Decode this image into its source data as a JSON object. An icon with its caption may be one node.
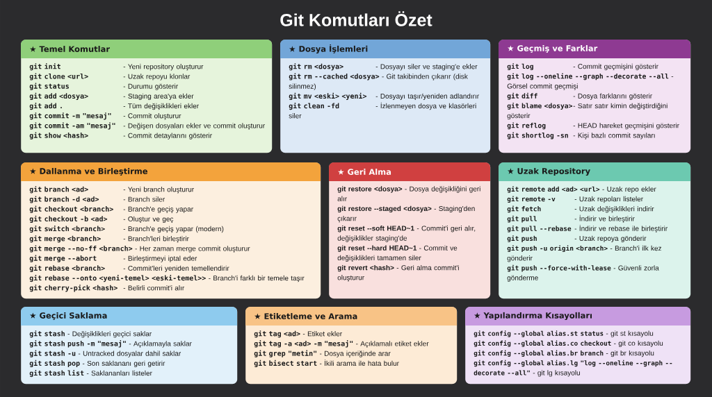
{
  "diagram": {
    "title": "Git Komutları Özet",
    "nodes": [
      {
        "text": [
          "★ Temel Komutlar",
          "git init",
          "- Yeni repository oluşturur",
          "git clone <url>",
          "- Uzak repoyu klonlar",
          "git status",
          "- Durumu gösterir",
          "git add <dosya>",
          "- Staging area'ya ekler",
          "git add .",
          "- Tüm değişiklikleri ekler",
          "git commit -m \"mesaj\"",
          "- Commit oluşturur",
          "git commit -am \"mesaj\"",
          "- Değişen dosyaları ekler ve commit oluşturur",
          "git show <hash>",
          "- Commit detaylarını gösterir"
        ]
      },
      {
        "text": [
          "★ Dosya İşlemleri",
          "git rm <dosya>",
          "- Dosyayı siler ve staging'e ekler",
          "git rm --cached <dosya>",
          "- Git takibinden çıkarır (disk silinmez)",
          "git mv <eski> <yeni>",
          "- Dosyayı taşır/yeniden adlandırır",
          "git clean -fd",
          "- İzlenmeyen dosya ve klasörleri siler"
        ]
      },
      {
        "text": [
          "★ Geçmiş ve Farklar",
          "git log",
          "- Commit geçmişini gösterir",
          "git log --oneline --graph --decorate --all",
          "- Görsel commit geçmişi",
          "git diff",
          "- Dosya farklarını gösterir",
          "git blame <dosya>",
          "- Satır satır kimin değiştirdiğini gösterir",
          "git reflog",
          "- HEAD hareket geçmişini gösterir",
          "git shortlog -sn",
          "- Kişi bazlı commit sayıları"
        ]
      },
      {
        "text": [
          "★ Dallanma ve Birleştirme",
          "git branch <ad>",
          "- Yeni branch oluşturur",
          "git branch -d <ad>",
          "- Branch siler",
          "git checkout <branch>",
          "- Branch'e geçiş yapar",
          "git checkout -b <ad>",
          "- Oluştur ve geç",
          "git switch <branch>",
          "- Branch'e geçiş yapar (modern)",
          "git merge <branch>",
          "- Branch'leri birleştirir",
          "git merge --no-ff <branch>",
          "- Her zaman merge commit oluşturur",
          "git merge --abort",
          "- Birleştirmeyi iptal eder",
          "git rebase <branch>",
          "- Commit'leri yeniden temellendirir",
          "git rebase --onto <yeni-temel> <eski-temel>>",
          "- Branch'i farklı bir temele taşır",
          "git cherry-pick <hash>",
          "- Belirli commit'i alır"
        ]
      },
      {
        "text": [
          "★ Geri Alma",
          "git restore <dosya>",
          "- Dosya değişikliğini geri alır",
          "git restore --staged <dosya>",
          "- Staging'den çıkarır",
          "git reset --soft HEAD~1",
          "- Commit'i geri alır, değişiklikler staging'de",
          "git reset --hard HEAD~1",
          "- Commit ve değişiklikleri tamamen siler",
          "git revert <hash>",
          "- Geri alma commit'i oluşturur"
        ]
      },
      {
        "text": [
          "★ Uzak Repository",
          "git remote add <ad> <url>",
          "- Uzak repo ekler",
          "git remote -v",
          "- Uzak repoları listeler",
          "git fetch",
          "- Uzak değişiklikleri indirir",
          "git pull",
          "- İndirir ve birleştirir",
          "git pull --rebase",
          "- İndirir ve rebase ile birleştirir",
          "git push",
          "- Uzak repoya gönderir",
          "git push -u origin <branch>",
          "- Branch'i ilk kez gönderir",
          "git push --force-with-lease",
          "- Güvenli zorla gönderme"
        ]
      },
      {
        "text": [
          "★ Geçici Saklama",
          "git stash",
          "- Değişiklikleri geçici saklar",
          "git stash push -m \"mesaj\"",
          "- Açıklamayla saklar",
          "git stash -u",
          "- Untracked dosyalar dahil saklar",
          "git stash pop",
          "- Son saklananı geri getirir",
          "git stash list",
          "- Saklananları listeler"
        ]
      },
      {
        "text": [
          "★ Etiketleme ve Arama",
          "git tag <ad>",
          "- Etiket ekler",
          "git tag -a <ad> -m \"mesaj\"",
          "- Açıklamalı etiket ekler",
          "git grep \"metin\"",
          "- Dosya içeriğinde arar",
          "git bisect start",
          "- İkili arama ile hata bulur"
        ]
      },
      {
        "text": [
          "★ Yapılandırma Kısayolları",
          "git config --global alias.st status",
          "- git st kısayolu",
          "git config --global alias.co checkout",
          "- git co kısayolu",
          "git config --global alias.br branch",
          "- git br kısayolu",
          "git config --global alias.lg \"log --oneline --graph --decorate --all\"",
          "- git lg kısayolu"
        ]
      }
    ]
  }
}
